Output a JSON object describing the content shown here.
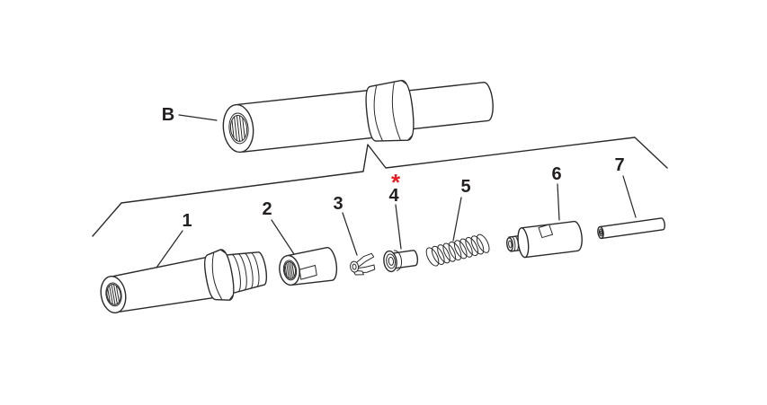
{
  "colors": {
    "background": "#ffffff",
    "line": "#2b2a29",
    "label": "#231f20",
    "highlight": "#ec1c24"
  },
  "figure": {
    "assembly_callout": "B",
    "highlight_marker": "*",
    "part_callouts": [
      "1",
      "2",
      "3",
      "4",
      "5",
      "6",
      "7"
    ]
  }
}
